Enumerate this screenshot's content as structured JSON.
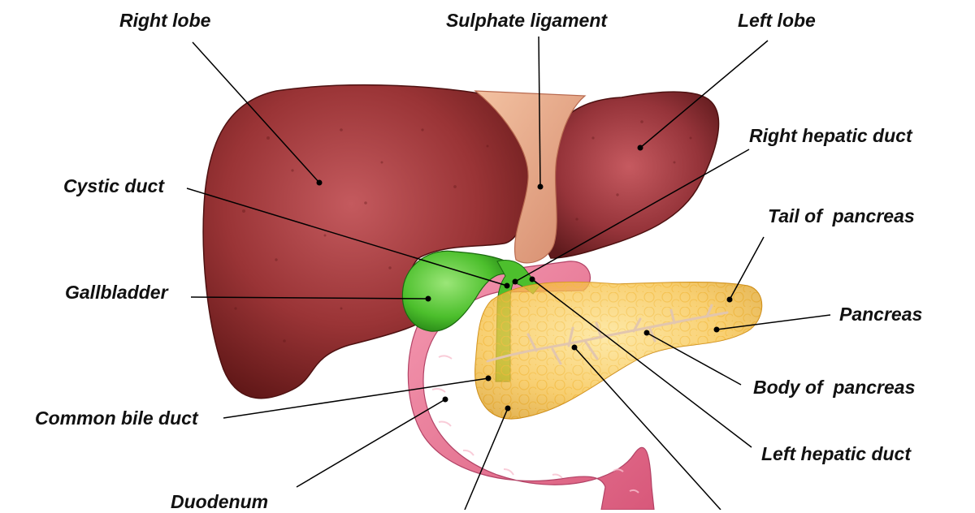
{
  "labels": {
    "right_lobe": "Right lobe",
    "sulphate_ligament": "Sulphate ligament",
    "left_lobe": "Left lobe",
    "right_hepatic_duct": "Right hepatic duct",
    "cystic_duct": "Cystic duct",
    "tail_of_pancreas": "Tail of  pancreas",
    "gallbladder": "Gallbladder",
    "pancreas": "Pancreas",
    "body_of_pancreas": "Body of  pancreas",
    "common_bile_duct": "Common bile duct",
    "left_hepatic_duct": "Left hepatic duct",
    "duodenum": "Duodenum"
  },
  "colors": {
    "liver": "#8a2a2a",
    "liver_highlight": "#c25558",
    "ligament": "#e8a98a",
    "gallbladder": "#5cc83c",
    "pancreas": "#f6c043",
    "duodenum": "#e9718f",
    "duct": "#e8c9b0"
  }
}
